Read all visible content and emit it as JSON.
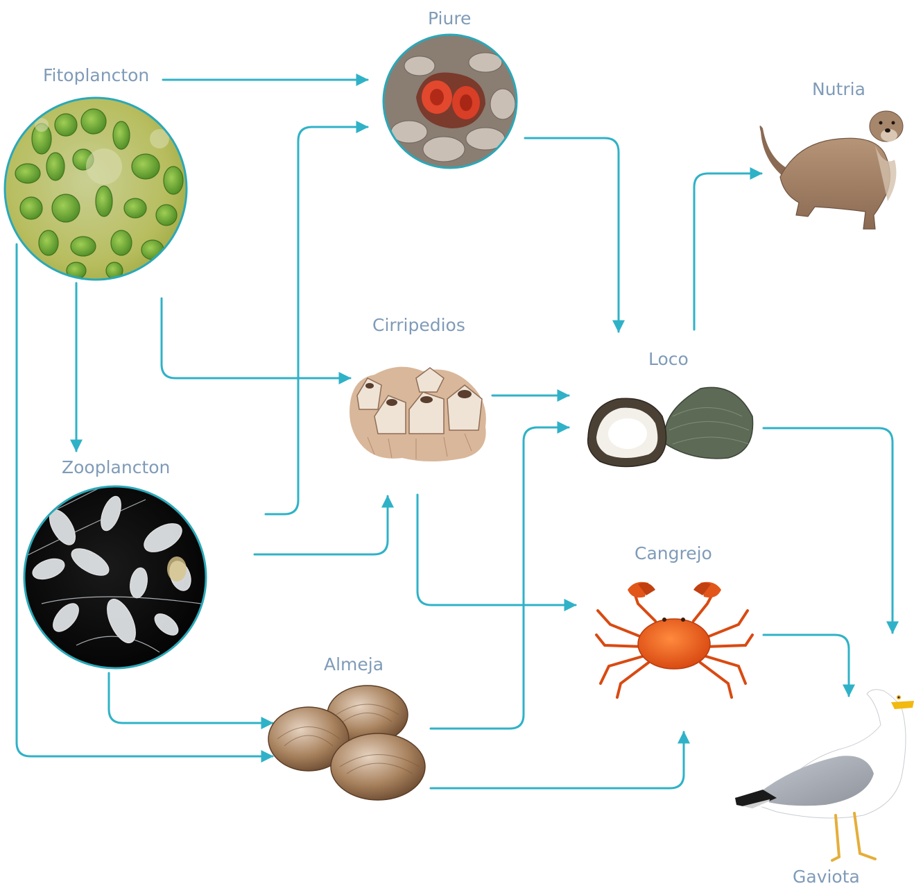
{
  "colors": {
    "arrow": "#2fb2c7",
    "label": "#7f9bb8",
    "circle_border": "#2aa8b8"
  },
  "organisms": {
    "fitoplancton": {
      "label": "Fitoplancton",
      "icon": "phytoplankton-photo"
    },
    "zooplancton": {
      "label": "Zooplancton",
      "icon": "zooplankton-photo"
    },
    "piure": {
      "label": "Piure",
      "icon": "piure-photo"
    },
    "cirripedios": {
      "label": "Cirripedios",
      "icon": "barnacles-photo"
    },
    "almeja": {
      "label": "Almeja",
      "icon": "clams-photo"
    },
    "loco": {
      "label": "Loco",
      "icon": "loco-shell-photo"
    },
    "cangrejo": {
      "label": "Cangrejo",
      "icon": "crab-photo"
    },
    "nutria": {
      "label": "Nutria",
      "icon": "otter-photo"
    },
    "gaviota": {
      "label": "Gaviota",
      "icon": "seagull-photo"
    }
  },
  "links": [
    {
      "from": "fitoplancton",
      "to": "piure"
    },
    {
      "from": "fitoplancton",
      "to": "cirripedios"
    },
    {
      "from": "fitoplancton",
      "to": "zooplancton"
    },
    {
      "from": "fitoplancton",
      "to": "almeja"
    },
    {
      "from": "zooplancton",
      "to": "piure"
    },
    {
      "from": "zooplancton",
      "to": "cirripedios"
    },
    {
      "from": "zooplancton",
      "to": "almeja"
    },
    {
      "from": "piure",
      "to": "loco"
    },
    {
      "from": "cirripedios",
      "to": "loco"
    },
    {
      "from": "cirripedios",
      "to": "cangrejo"
    },
    {
      "from": "almeja",
      "to": "loco"
    },
    {
      "from": "almeja",
      "to": "cangrejo"
    },
    {
      "from": "loco",
      "to": "nutria"
    },
    {
      "from": "loco",
      "to": "gaviota"
    },
    {
      "from": "cangrejo",
      "to": "gaviota"
    }
  ]
}
